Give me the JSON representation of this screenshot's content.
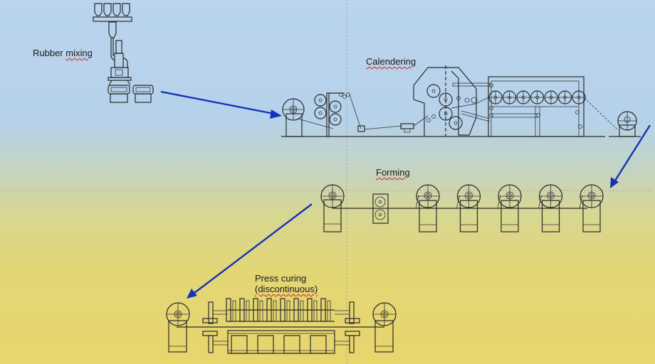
{
  "title": "Rubber belt production process",
  "stages": [
    {
      "id": "mixing",
      "label": "Rubber mixing"
    },
    {
      "id": "calendering",
      "label": "Calendering"
    },
    {
      "id": "forming",
      "label": "Forming"
    },
    {
      "id": "press_curing",
      "label": "Press curing",
      "label_line2": "(discontinuous)"
    }
  ],
  "flow": [
    {
      "from": "Rubber mixing",
      "to": "Calendering"
    },
    {
      "from": "Calendering",
      "to": "Forming"
    },
    {
      "from": "Forming",
      "to": "Press curing (discontinuous)"
    }
  ],
  "colors": {
    "arrow": "#1433b8",
    "background_top": "#b9d4ec",
    "background_bottom": "#e8d56c",
    "line_art": "#2a2a2a",
    "spellcheck_underline": "#d42020"
  },
  "forming_unit_count": 5,
  "calender_dryer_rolls": 7,
  "press_platen_count": 8
}
